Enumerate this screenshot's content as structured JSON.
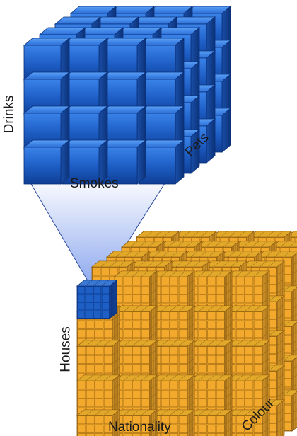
{
  "diagram": {
    "axis_labels": {
      "drinks": "Drinks",
      "smokes": "Smokes",
      "pets": "Pets",
      "houses": "Houses",
      "nationality": "Nationality",
      "colour": "Colour"
    },
    "colors": {
      "blue_face": "#1f5fbf",
      "blue_dark": "#0b2f7a",
      "orange_face": "#f2a92c",
      "orange_dark": "#8a5a10",
      "zoom_cone": "#b8c9f2"
    },
    "small_cube_grid": [
      4,
      4,
      4
    ],
    "large_cube_grid": [
      5,
      5,
      5
    ]
  }
}
